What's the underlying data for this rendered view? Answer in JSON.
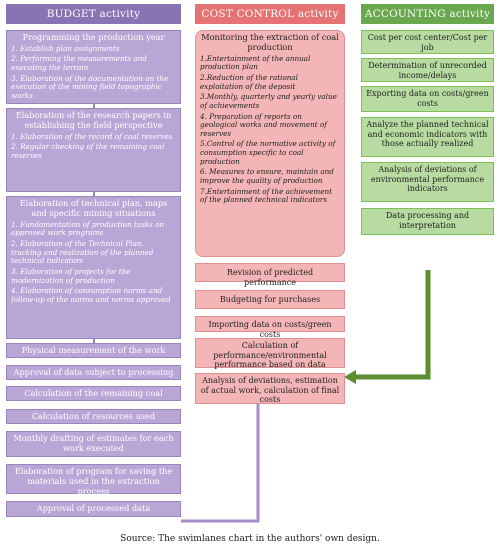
{
  "lanes": {
    "budget": "BUDGET activity",
    "cost": "COST CONTROL activity",
    "accounting": "ACCOUNTING activity"
  },
  "budget": {
    "programming": {
      "title": "Programming the production year",
      "items": [
        "1. Establish plan assignments",
        "2. Performing the measurements and executing the terrain",
        "3. Elaboration of the documentation on the execution of the mining field topographic works"
      ]
    },
    "research": {
      "title": "Elaboration of the research papers in establishing the field perspective",
      "items": [
        "1. Elaboration of the record of coal reserves",
        "2. Regular checking of the remaining coal reserves"
      ]
    },
    "technical": {
      "title": "Elaboration of technical plan, maps and specific mining situations",
      "items": [
        "1. Fundamentation of production tasks on approved work programs",
        "2. Elaboration of the Technical Plan, tracking and realization of the planned technical indicators",
        "3. Elaboration of projects for the modernization of production",
        "4. Elaboration of consumption norms and follow-up of the norms and norms approved"
      ]
    },
    "steps": [
      "Physical measurement of the work",
      "Approval of data subject to processing",
      "Calculation of the remaining coal reserve",
      "Calculation of resources used",
      "Monthly drafting of estimates for each work executed",
      "Elaboration of program for saving the materials used in the extraction process",
      "Approval of processed data"
    ]
  },
  "cost": {
    "monitoring": {
      "title": "Monitoring the extraction of coal production",
      "items": [
        "1.Entertainment of the annual production plan",
        "2.Reduction of the rational exploitation of the deposit",
        "3.Monthly, quarterly and yearly value of achievements",
        "4. Preparation of reports on geological works and movement of reserves",
        "5.Control of the normative activity of consumption specific to coal production",
        "6. Measures to ensure, maintain and improve the quality of production",
        "7.Entertainment of the achievement of the planned technical indicators"
      ]
    },
    "steps": [
      "Revision of predicted performance",
      "Budgeting for purchases",
      "Importing data on costs/green costs",
      "Calculation of performance/environmental performance based on data",
      "Analysis of deviations, estimation of actual work, calculation of final costs"
    ]
  },
  "accounting": {
    "steps": [
      "Cost per cost center/Cost per job",
      "Determination of unrecorded income/delays",
      "Exporting data on costs/green costs",
      "Analyze the planned technical and economic indicators with those actually realized",
      "Analysis of deviations of environmental performance indicators",
      "Data processing and interpretation"
    ]
  },
  "source": "Source: The swimlanes chart in the authors' own design.",
  "colors": {
    "budget": "#8a73b3",
    "cost": "#e57373",
    "accounting": "#6aa84f",
    "arrow_green": "#5e8c31",
    "arrow_purple": "#a48cc9"
  }
}
